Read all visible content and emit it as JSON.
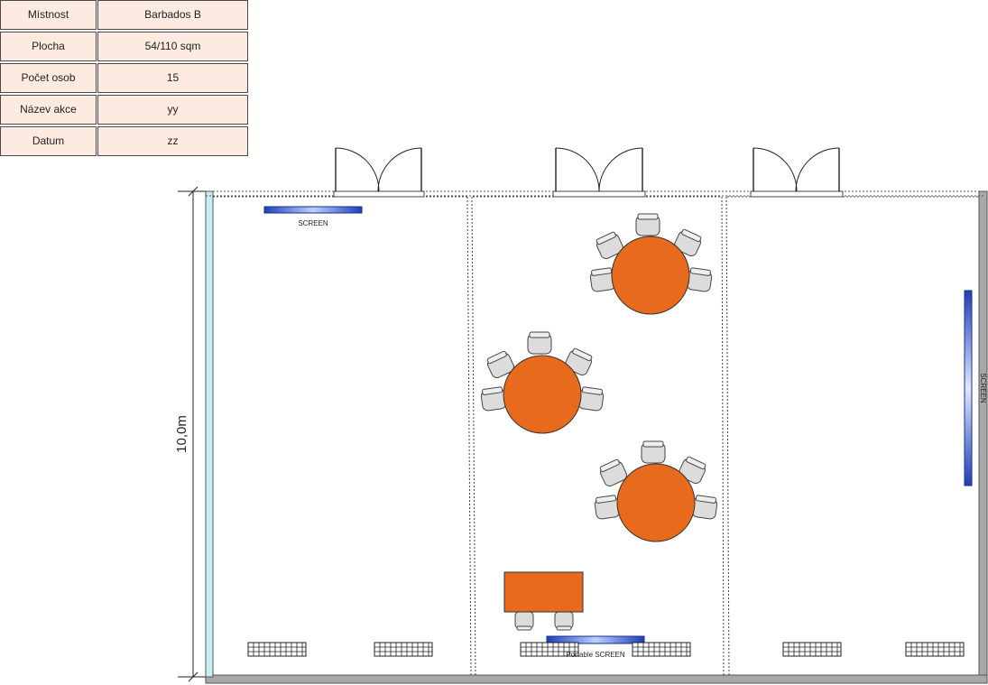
{
  "info_table": [
    {
      "label": "Místnost",
      "value": "Barbados B"
    },
    {
      "label": "Plocha",
      "value": "54/110 sqm"
    },
    {
      "label": "Počet osob",
      "value": "15"
    },
    {
      "label": "Název akce",
      "value": "yy"
    },
    {
      "label": "Datum",
      "value": "zz"
    }
  ],
  "plan": {
    "dimension_label": "10,0m",
    "screen_left_label": "SCREEN",
    "screen_right_label": "SCREEN",
    "screen_bottom_label": "Portable SCREEN",
    "colors": {
      "table_fill": "#e86a1c",
      "chair_fill": "#d9d9d9",
      "screen_fill": "#2f5fd8",
      "wall": "#a8a8a8",
      "window_strip": "#c8f0f4"
    }
  }
}
